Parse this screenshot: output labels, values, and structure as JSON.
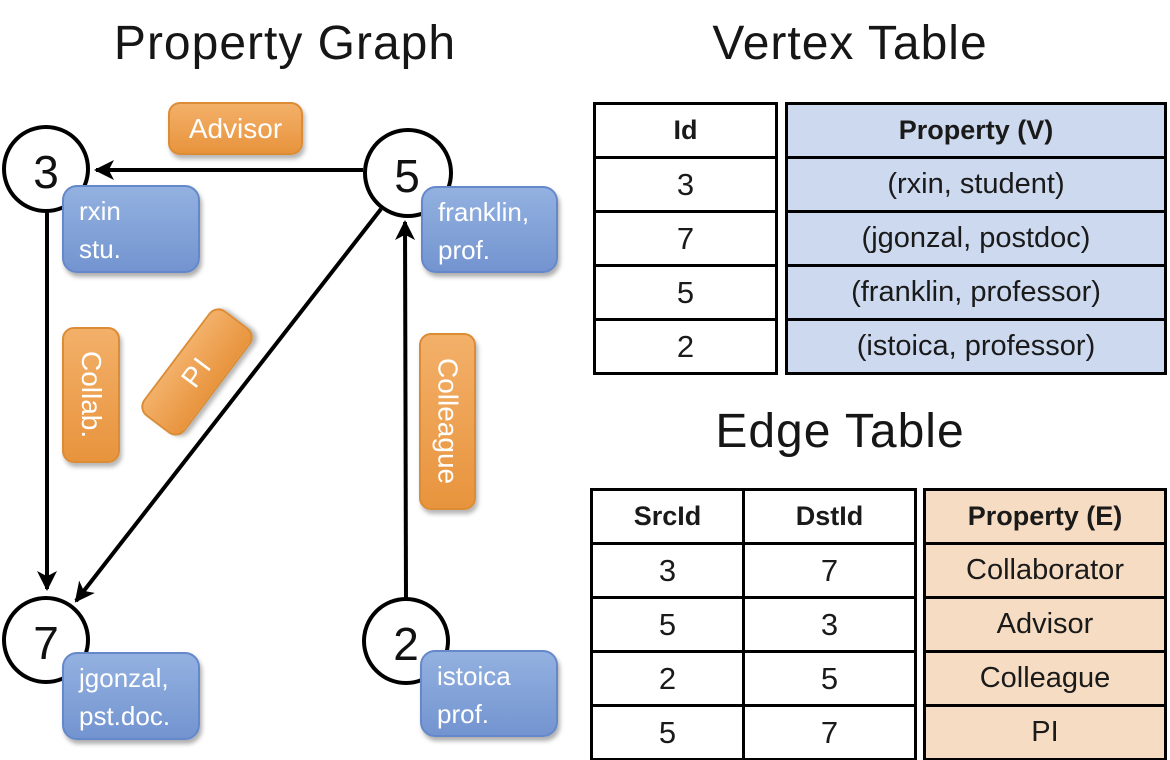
{
  "graph": {
    "title": "Property Graph",
    "nodes": {
      "n3": "3",
      "n5": "5",
      "n7": "7",
      "n2": "2"
    },
    "vertex_props": {
      "n3": [
        "rxin",
        "stu."
      ],
      "n5": [
        "franklin,",
        "prof."
      ],
      "n7": [
        "jgonzal,",
        "pst.doc."
      ],
      "n2": [
        "istoica",
        "prof."
      ]
    },
    "edge_labels": {
      "advisor": "Advisor",
      "collab": "Collab.",
      "pi": "PI",
      "colleague": "Colleague"
    }
  },
  "vertex_table": {
    "title": "Vertex Table",
    "columns": [
      "Id",
      "Property (V)"
    ],
    "rows": [
      [
        "3",
        "(rxin, student)"
      ],
      [
        "7",
        "(jgonzal, postdoc)"
      ],
      [
        "5",
        "(franklin, professor)"
      ],
      [
        "2",
        "(istoica, professor)"
      ]
    ]
  },
  "edge_table": {
    "title": "Edge Table",
    "columns": [
      "SrcId",
      "DstId",
      "Property (E)"
    ],
    "rows": [
      [
        "3",
        "7",
        "Collaborator"
      ],
      [
        "5",
        "3",
        "Advisor"
      ],
      [
        "2",
        "5",
        "Colleague"
      ],
      [
        "5",
        "7",
        "PI"
      ]
    ]
  },
  "colors": {
    "edge_label_orange": "#ee9f4e",
    "vertex_box_blue": "#84a3d8",
    "vertex_table_fill": "#cdd9ee",
    "edge_table_fill": "#f5dcc2",
    "line_black": "#000000"
  }
}
